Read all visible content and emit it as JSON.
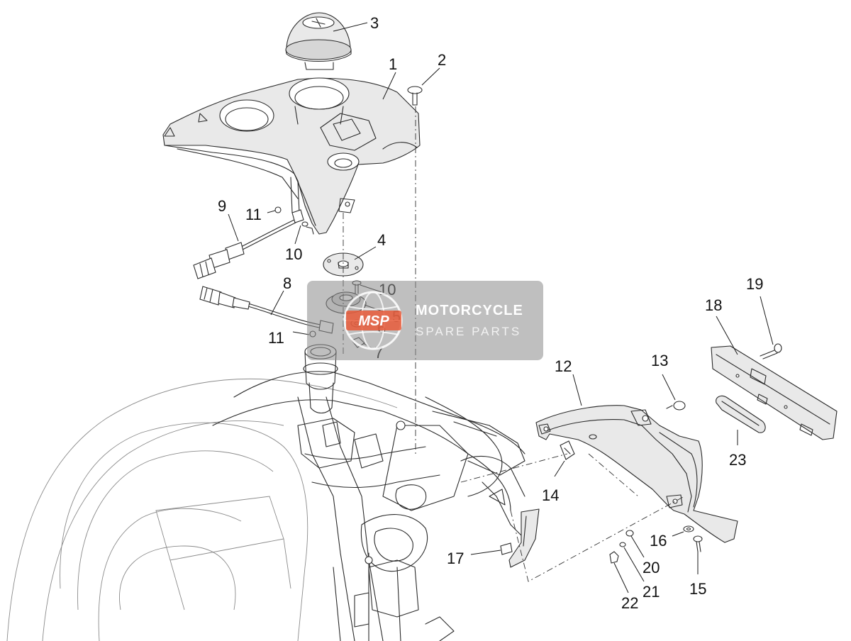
{
  "callouts": {
    "c1": "1",
    "c2": "2",
    "c3": "3",
    "c4": "4",
    "c5": "5",
    "c6": "6",
    "c7": "7",
    "c8": "8",
    "c9": "9",
    "c10a": "10",
    "c10b": "10",
    "c11a": "11",
    "c11b": "11",
    "c12": "12",
    "c13": "13",
    "c14": "14",
    "c15": "15",
    "c16": "16",
    "c17": "17",
    "c18": "18",
    "c19": "19",
    "c20": "20",
    "c21": "21",
    "c22": "22",
    "c23": "23"
  },
  "watermark": {
    "line1": "MOTORCYCLE",
    "line2": "SPARE PARTS",
    "logo_text": "MSP",
    "logo_color": "#e85a3a"
  }
}
